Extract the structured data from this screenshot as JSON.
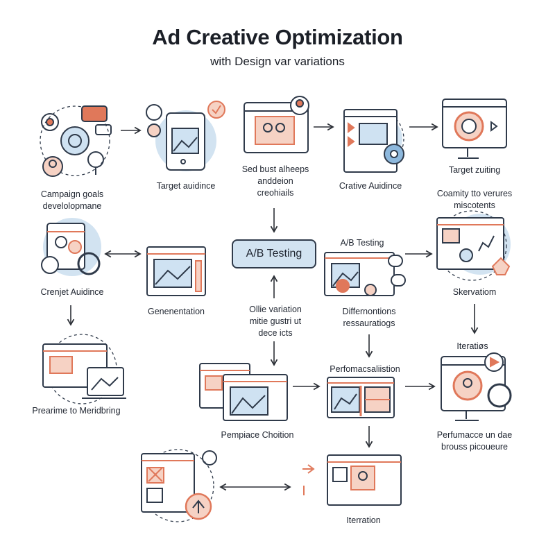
{
  "header": {
    "title": "Ad Creative Optimization",
    "subtitle": "with Design var variations"
  },
  "nodes": {
    "campaign_goals": "Campaign goals\ndevelolopmane",
    "target_audience": "Target auidince",
    "best_creatives": "Sed bust alheeps\nanddeion\ncreohiails",
    "creative_audience_top": "Crative Auidince",
    "target_zuiting": "Target zuiting",
    "coamity": "Coamity tto verures\nmiscotents",
    "crenjet_audience": "Crenjet Auidince",
    "generation": "Genenentation",
    "ab_testing_box": "A/B Testing",
    "ab_testing_label": "A/B Testing",
    "skervation": "Skervatiom",
    "ollie_variation": "Ollie variation\nmitie gustri ut\ndece icts",
    "differnontions": "Differnontions\nressauratiogs",
    "iterations": "Iteratiøs",
    "preasime": "Prearime to Meridbring",
    "performace": "Perfomacsaliistion",
    "pemplace": "Pempiace Choition",
    "perfumacce": "Perfumacce un dae\nbrouss picoueure",
    "iteration": "Iterration"
  },
  "colors": {
    "outline": "#2f3a4a",
    "accent_orange": "#e0785a",
    "accent_blue": "#8db8dd",
    "soft_blue": "#cfe2f2",
    "soft_orange": "#f6d2c4",
    "arrow": "#2b2f36"
  }
}
